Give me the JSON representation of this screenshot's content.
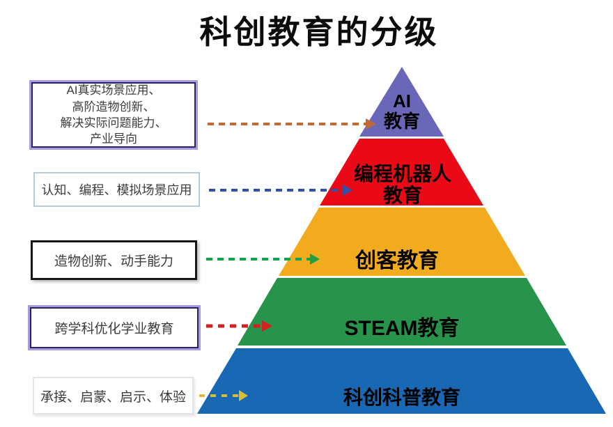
{
  "title": "科创教育的分级",
  "pyramid": {
    "levels": [
      {
        "label": "AI\n教育",
        "color": "#6A66B8"
      },
      {
        "label": "编程机器人\n教育",
        "color": "#EA0A17"
      },
      {
        "label": "创客教育",
        "color": "#F2AA1F"
      },
      {
        "label": "STEAM教育",
        "color": "#28934B"
      },
      {
        "label": "科创科普教育",
        "color": "#1968B3"
      }
    ]
  },
  "annotations": [
    {
      "text": "AI真实场景应用、\n高阶造物创新、\n解决实际问题能力、\n产业导向",
      "arrow_color": "#C06A38"
    },
    {
      "text": "认知、编程、模拟场景应用",
      "arrow_color": "#3352A5"
    },
    {
      "text": "造物创新、动手能力",
      "arrow_color": "#1FA048"
    },
    {
      "text": "跨学科优化学业教育",
      "arrow_color": "#D62020"
    },
    {
      "text": "承接、启蒙、启示、体验",
      "arrow_color": "#D9BE35"
    }
  ]
}
